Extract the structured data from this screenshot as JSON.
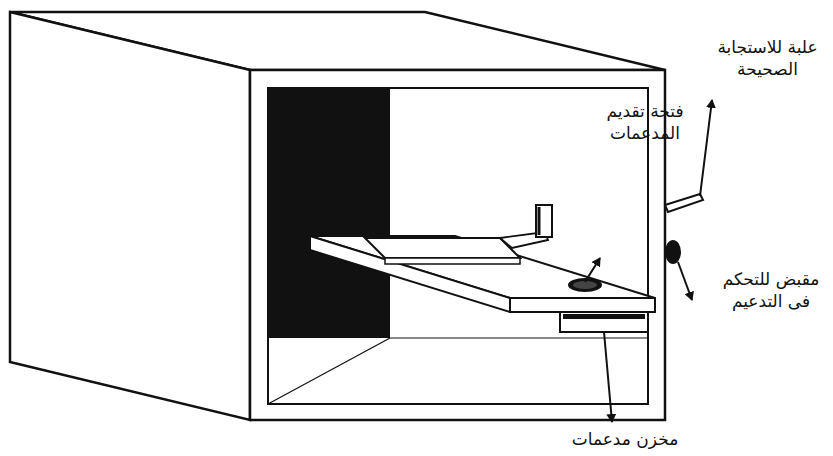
{
  "diagram": {
    "labels": [
      "علبة للاستجابة الصحيحة",
      "فتحة تقديم المدعمات",
      "مقبض للتحكم فى التدعيم",
      "مخزن مدعمات"
    ]
  }
}
